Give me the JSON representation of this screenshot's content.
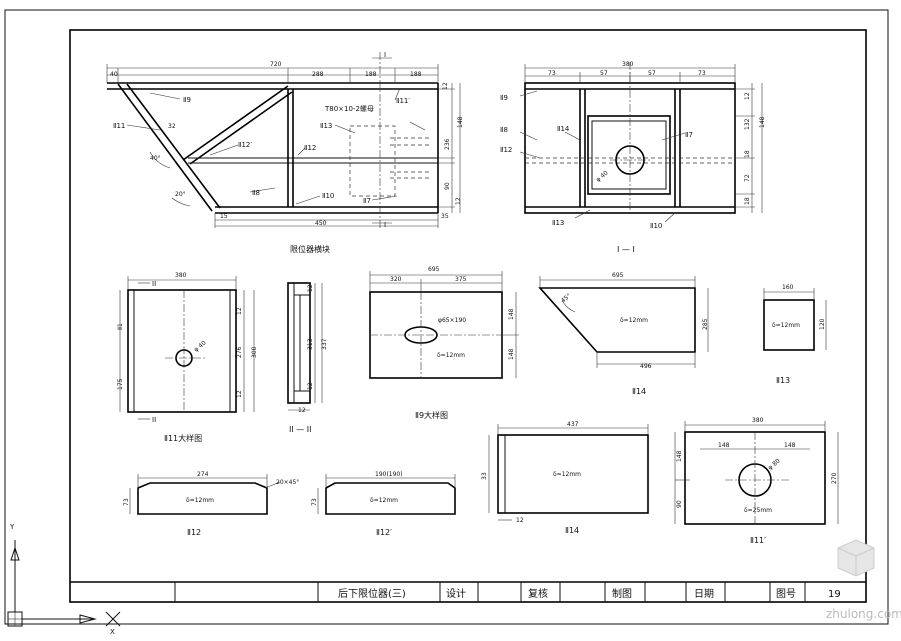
{
  "views": {
    "main": {
      "title": "限位器横块",
      "dims": {
        "total": "720",
        "left": "40",
        "d288": "288",
        "d188a": "188",
        "d188b": "188",
        "bottom": "450",
        "b15": "15",
        "b35": "35",
        "r12": "12",
        "r148": "148",
        "r236": "236",
        "r90": "90",
        "r12b": "12",
        "a40": "40°",
        "a20": "20°",
        "a32": "32"
      },
      "labels": {
        "p9": "Ⅱ9",
        "p11": "Ⅱ11",
        "p11p": "Ⅱ11′",
        "p12": "Ⅱ12",
        "p12p": "Ⅱ12′",
        "p13": "Ⅱ13",
        "p8": "Ⅱ8",
        "p10": "Ⅱ10",
        "p7": "Ⅱ7",
        "bolt": "T80×10-2螺母",
        "sec1": "I",
        "sec2": "I"
      }
    },
    "section_i": {
      "title": "I — I",
      "dims": {
        "total": "380",
        "d73a": "73",
        "d57a": "57",
        "d57b": "57",
        "d73b": "73",
        "r12": "12",
        "r132": "132",
        "r148": "148",
        "r18": "18",
        "r72": "72",
        "r18b": "18",
        "hole": "φ 40"
      },
      "labels": {
        "p9": "Ⅱ9",
        "p8": "Ⅱ8",
        "p12": "Ⅱ12",
        "p14": "Ⅱ14",
        "p7": "Ⅱ7",
        "p13": "Ⅱ13",
        "p10": "Ⅱ10"
      }
    },
    "p11_detail": {
      "title": "Ⅱ11大样图",
      "dims": {
        "top": "380",
        "l1": "Ⅱ1",
        "l175": "175",
        "r12": "12",
        "r276": "276",
        "r12b": "12",
        "r300": "300",
        "hole": "φ 40"
      },
      "labels": {
        "sec_top": "II",
        "sec_bot": "II"
      }
    },
    "section_ii": {
      "title": "II — II",
      "dims": {
        "r12": "12",
        "r313": "313",
        "r12b": "12",
        "r337": "337",
        "b12": "12"
      }
    },
    "p9_detail": {
      "title": "Ⅱ9大样图",
      "dims": {
        "total": "695",
        "d320": "320",
        "d375": "375",
        "r148a": "148",
        "r148b": "148"
      },
      "hole": "φ65×190",
      "thk": "δ=12mm"
    },
    "p14_a": {
      "title": "Ⅱ14",
      "dims": {
        "top": "695",
        "bot": "496",
        "r": "285",
        "ang": "45°"
      },
      "thk": "δ=12mm"
    },
    "p13": {
      "title": "Ⅱ13",
      "dims": {
        "top": "160",
        "r": "120"
      },
      "thk": "δ=12mm"
    },
    "p12": {
      "title": "Ⅱ12",
      "dims": {
        "top": "274",
        "l": "73",
        "ch": "20×45°"
      },
      "thk": "δ=12mm"
    },
    "p12p": {
      "title": "Ⅱ12′",
      "dims": {
        "top": "190(190)",
        "l": "73"
      },
      "thk": "δ=12mm"
    },
    "p14_b": {
      "title": "Ⅱ14",
      "dims": {
        "top": "437",
        "l": "33",
        "b": "12"
      },
      "thk": "δ=12mm"
    },
    "p11p": {
      "title": "Ⅱ11′",
      "dims": {
        "top": "380",
        "d148a": "148",
        "d148b": "148",
        "l148": "148",
        "l90": "90",
        "r": "270",
        "hole": "φ 80"
      },
      "thk": "δ=25mm"
    }
  },
  "title_block": {
    "name": "后下限位器(三)",
    "design": "设计",
    "review": "复核",
    "draw": "制图",
    "date": "日期",
    "sheet_label": "图号",
    "sheet_no": "19"
  },
  "ucs": {
    "y": "Y",
    "x": "X"
  },
  "watermark": "zhulong.com"
}
